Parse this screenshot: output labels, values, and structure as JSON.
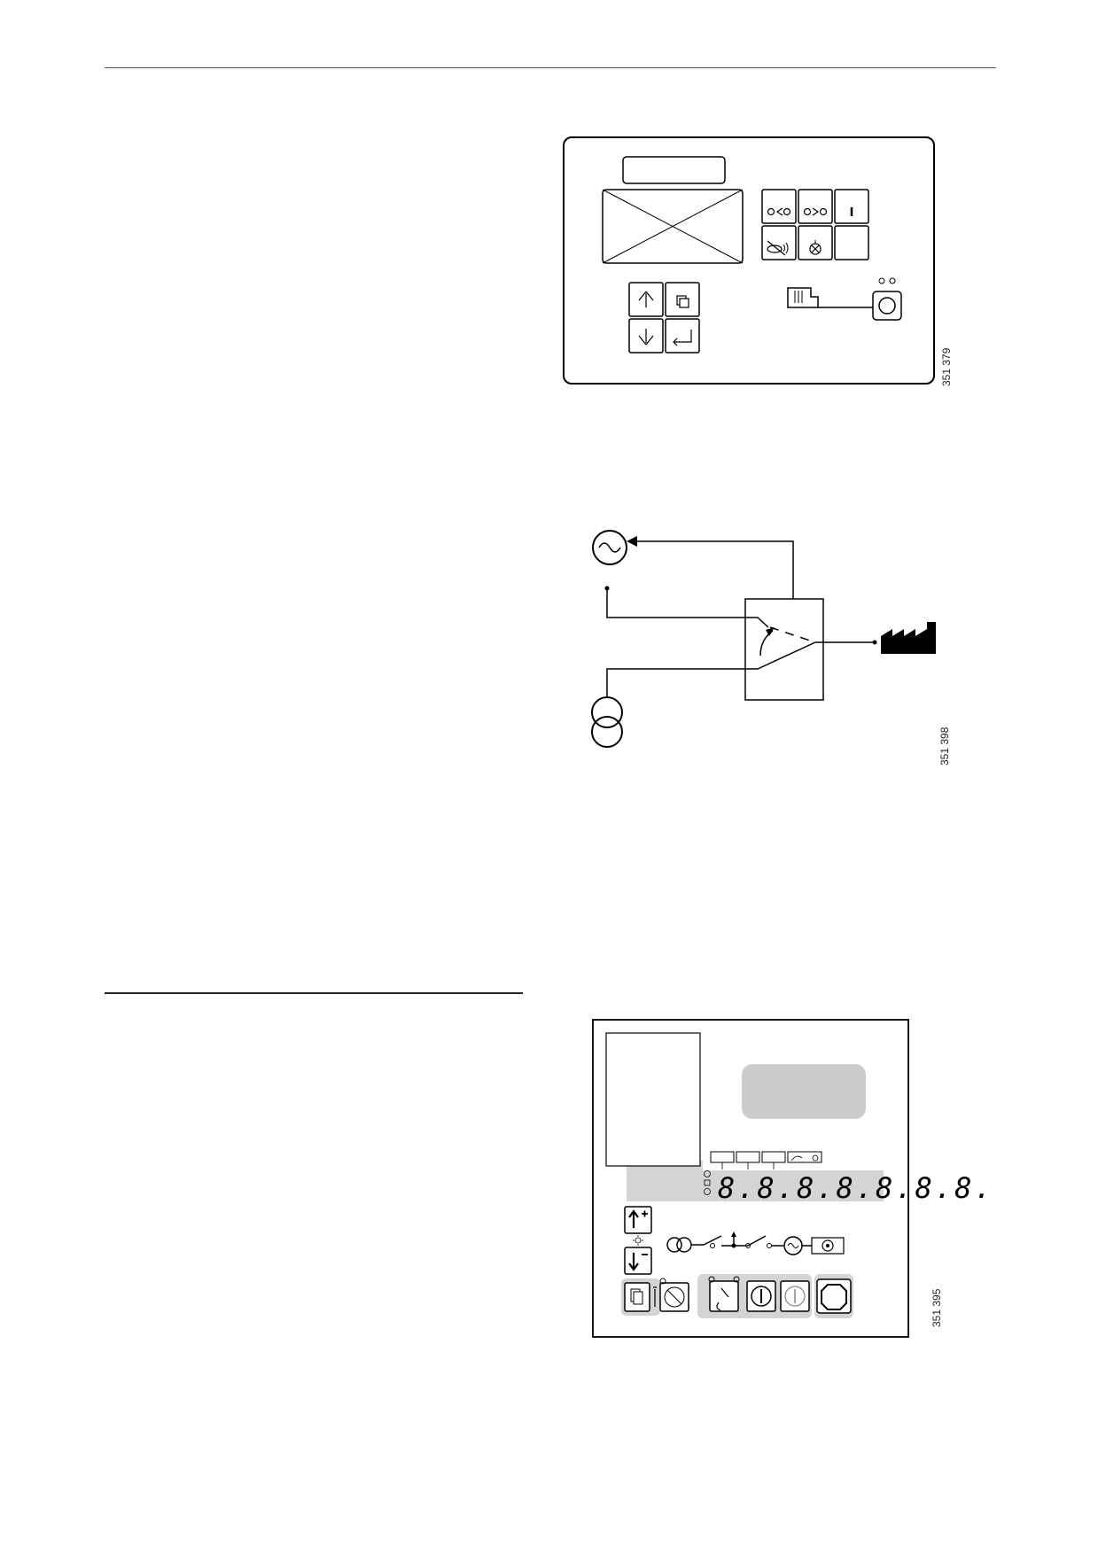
{
  "figures": [
    {
      "id": "351 379"
    },
    {
      "id": "351 398"
    },
    {
      "id": "351 395"
    }
  ],
  "panel_display": {
    "digits": "8.8.8.8.8.8.8."
  },
  "colors": {
    "ink": "#000000",
    "panel_grey": "#d4d4d4",
    "display_grey": "#cccccc",
    "rule": "#555555"
  }
}
